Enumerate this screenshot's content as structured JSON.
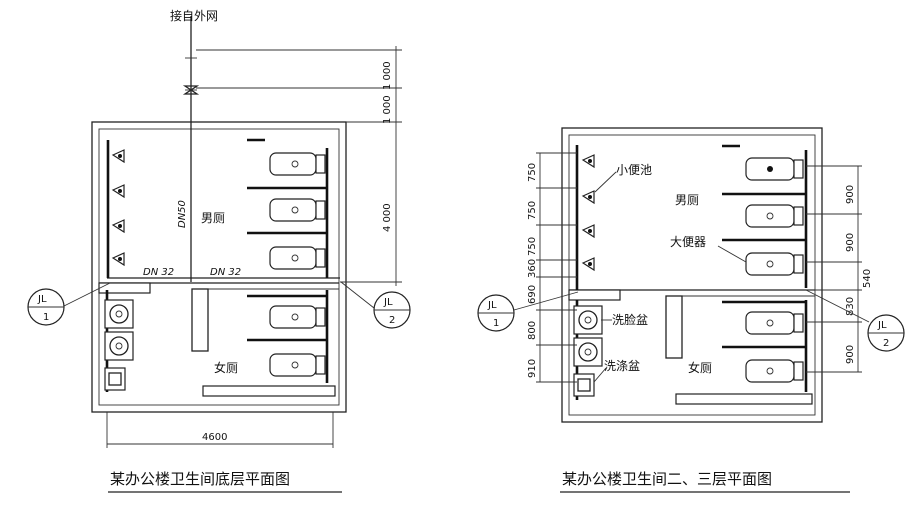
{
  "colors": {
    "line": "#222222",
    "background": "#ffffff",
    "text": "#111111"
  },
  "ground": {
    "caption": "某办公楼卫生间底层平面图",
    "supply_label": "接自外网",
    "men_room": "男厕",
    "women_room": "女厕",
    "pipe_vertical": "DN50",
    "pipe_branch_left": "DN 32",
    "pipe_branch_right": "DN 32",
    "dim_top_1": "1 000",
    "dim_top_2": "1 000",
    "dim_right": "4 000",
    "dim_bottom": "4600",
    "riser_left": {
      "top": "JL",
      "bottom": "1"
    },
    "riser_right": {
      "top": "JL",
      "bottom": "2"
    }
  },
  "upper": {
    "caption": "某办公楼卫生间二、三层平面图",
    "urinal_label": "小便池",
    "toilet_label": "大便器",
    "washbasin_label": "洗脸盆",
    "sink_label": "洗涤盆",
    "men_room": "男厕",
    "women_room": "女厕",
    "dims_left": [
      "750",
      "750",
      "750",
      "360",
      "690",
      "800",
      "910"
    ],
    "dims_right": [
      "900",
      "900",
      "540",
      "830",
      "900"
    ],
    "riser_left": {
      "top": "JL",
      "bottom": "1"
    },
    "riser_right": {
      "top": "JL",
      "bottom": "2"
    }
  }
}
